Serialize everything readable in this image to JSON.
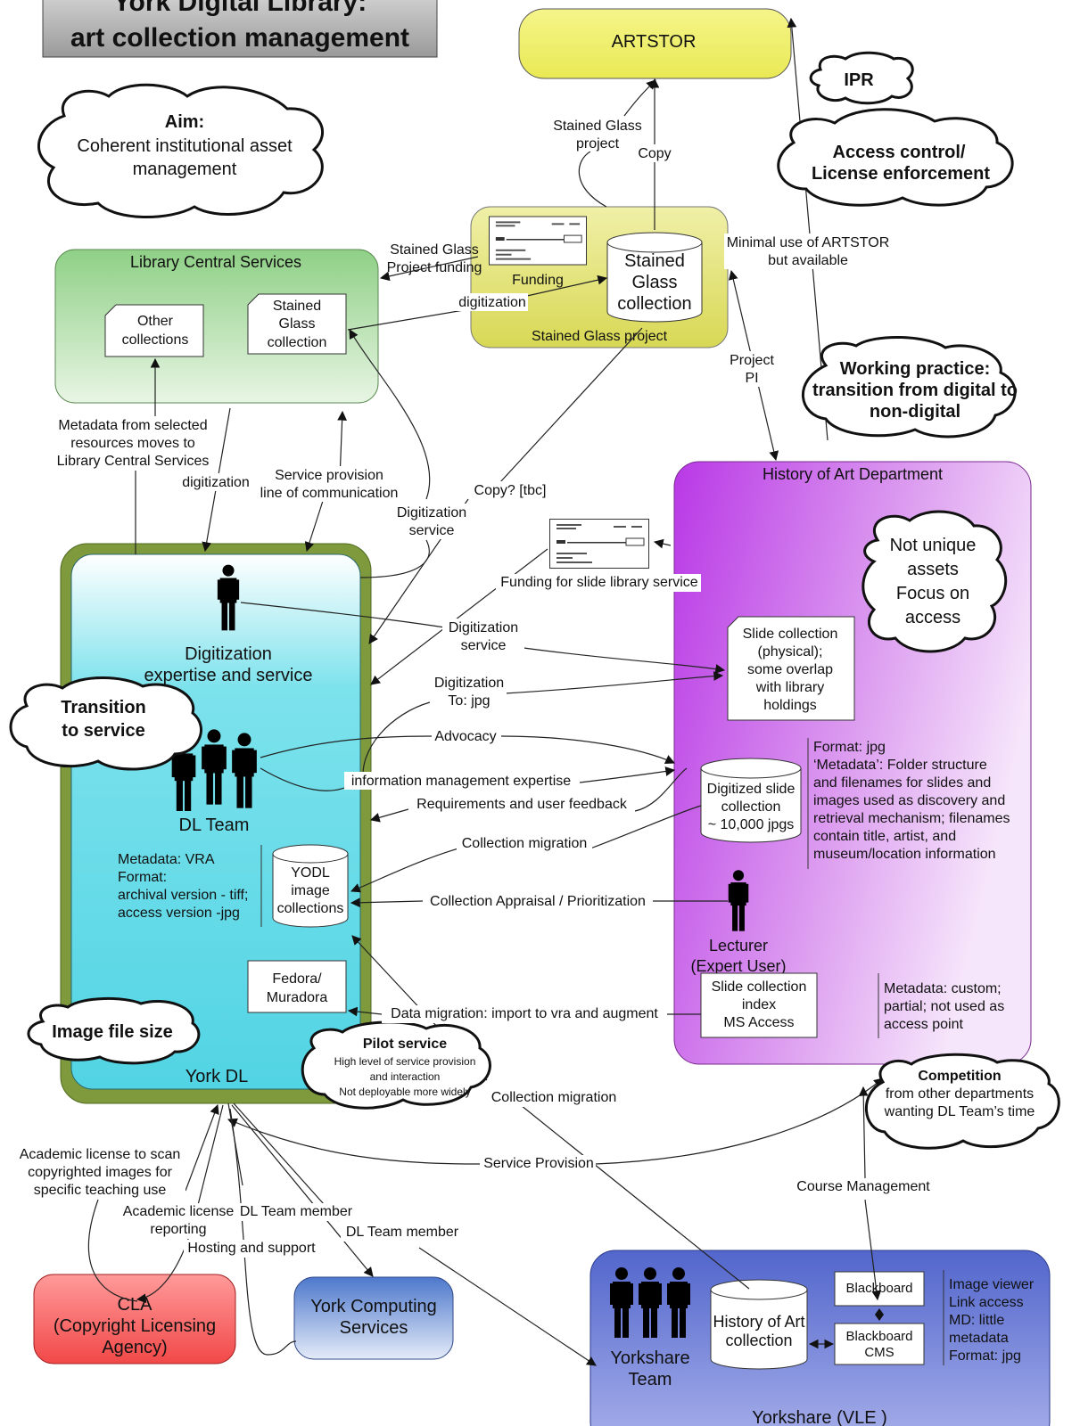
{
  "title": {
    "line1": "York Digital Library:",
    "line2": "art collection management"
  },
  "clouds": {
    "aim": {
      "line1": "Aim:",
      "line2": "Coherent institutional asset",
      "line3": "management"
    },
    "ipr": "IPR",
    "access": {
      "line1": "Access control/",
      "line2": "License enforcement"
    },
    "working": {
      "line1": "Working practice:",
      "line2": "transition from digital to",
      "line3": "non-digital"
    },
    "notunique": {
      "line1": "Not unique",
      "line2": "assets",
      "line3": "Focus on",
      "line4": "access"
    },
    "transition": {
      "line1": "Transition",
      "line2": "to service"
    },
    "filesize": "Image file size",
    "pilot": {
      "line1": "Pilot service",
      "line2": "High level of service provision",
      "line3": "and interaction",
      "line4": "Not deployable more widely"
    },
    "competition": {
      "line1": "Competition",
      "line2": "from other departments",
      "line3": "wanting DL Team’s time"
    }
  },
  "nodes": {
    "artstor": "ARTSTOR",
    "lcs": {
      "title": "Library Central Services",
      "other": {
        "line1": "Other",
        "line2": "collections"
      },
      "stained": {
        "line1": "Stained",
        "line2": "Glass",
        "line3": "collection"
      }
    },
    "sgp": {
      "title": "Stained Glass project",
      "funding": "Funding",
      "db": {
        "line1": "Stained",
        "line2": "Glass",
        "line3": "collection"
      }
    },
    "hoa": {
      "title": "History of Art Department",
      "slide": {
        "line1": "Slide collection",
        "line2": "(physical);",
        "line3": "some overlap",
        "line4": "with library",
        "line5": "holdings"
      },
      "format": {
        "line1": "Format: jpg",
        "line2": "‘Metadata’: Folder structure",
        "line3": "and filenames for slides and",
        "line4": "images used as discovery and",
        "line5": "retrieval mechanism; filenames",
        "line6": "contain title, artist, and",
        "line7": "museum/location information"
      },
      "digi": {
        "line1": "Digitized slide",
        "line2": "collection",
        "line3": "~ 10,000 jpgs"
      },
      "lecturer": {
        "line1": "Lecturer",
        "line2": "(Expert User)"
      },
      "index": {
        "line1": "Slide collection",
        "line2": "index",
        "line3": "MS Access"
      },
      "meta": {
        "line1": "Metadata: custom;",
        "line2": "partial; not used as",
        "line3": "access point"
      }
    },
    "yorkdl": {
      "title": "York DL",
      "digit": {
        "line1": "Digitization",
        "line2": "expertise and service"
      },
      "dlteam": "DL Team",
      "meta": {
        "line1": "Metadata: VRA",
        "line2": "Format:",
        "line3": "archival version - tiff;",
        "line4": "access version  -jpg"
      },
      "yodl": {
        "line1": "YODL",
        "line2": "image",
        "line3": "collections"
      },
      "fedora": {
        "line1": "Fedora/",
        "line2": "Muradora"
      }
    },
    "cla": {
      "line1": "CLA",
      "line2": "(Copyright Licensing",
      "line3": "Agency)"
    },
    "ycs": {
      "line1": "York Computing",
      "line2": "Services"
    },
    "yorkshare": {
      "title": "Yorkshare (VLE )",
      "team": {
        "line1": "Yorkshare",
        "line2": "Team"
      },
      "hoa": {
        "line1": "History of Art",
        "line2": "collection"
      },
      "bb": "Blackboard",
      "bbcms": {
        "line1": "Blackboard",
        "line2": "CMS"
      },
      "info": {
        "line1": "Image viewer",
        "line2": "Link access",
        "line3": "MD: little",
        "line4": "metadata",
        "line5": "Format: jpg"
      }
    }
  },
  "edges": {
    "sgproj": {
      "line1": "Stained Glass",
      "line2": "project"
    },
    "copy": "Copy",
    "sgfund": {
      "line1": "Stained Glass",
      "line2": "Project funding"
    },
    "digitization": "digitization",
    "minimal": {
      "line1": "Minimal use of ARTSTOR",
      "line2": "but available"
    },
    "pi": {
      "line1": "Project",
      "line2": "PI"
    },
    "metamove": {
      "line1": "Metadata from selected",
      "line2": "resources moves to",
      "line3": "Library Central Services"
    },
    "digitization2": "digitization",
    "svcprov": {
      "line1": "Service provision",
      "line2": "line of communication"
    },
    "digsvc": {
      "line1": "Digitization",
      "line2": "service"
    },
    "copytbc": "Copy? [tbc]",
    "fundslide": "Funding for slide library service",
    "digsvc2": {
      "line1": "Digitization",
      "line2": "service"
    },
    "digjpg": {
      "line1": "Digitization",
      "line2": "To: jpg"
    },
    "advocacy": "Advocacy",
    "infomgmt": "information management expertise",
    "req": "Requirements and user feedback",
    "collmig": "Collection migration",
    "appraisal": "Collection Appraisal / Prioritization",
    "datamig": "Data migration: import to vra and augment",
    "collmig2": "Collection migration",
    "svcprov2": "Service Provision",
    "course": "Course Management",
    "acadscan": {
      "line1": "Academic license to scan",
      "line2": "copyrighted images for",
      "line3": "specific teaching use"
    },
    "acadrep": {
      "line1": "Academic license",
      "line2": "reporting"
    },
    "dlmember1": "DL Team member",
    "hosting": "Hosting and support",
    "dlmember2": "DL Team member"
  },
  "colors": {
    "green": "#8fcf86",
    "yellow": "#e2e27a",
    "purple": "#c04be8",
    "cyan": "#4fd6e6",
    "red": "#f25b5b",
    "blue": "#5e80d0"
  }
}
